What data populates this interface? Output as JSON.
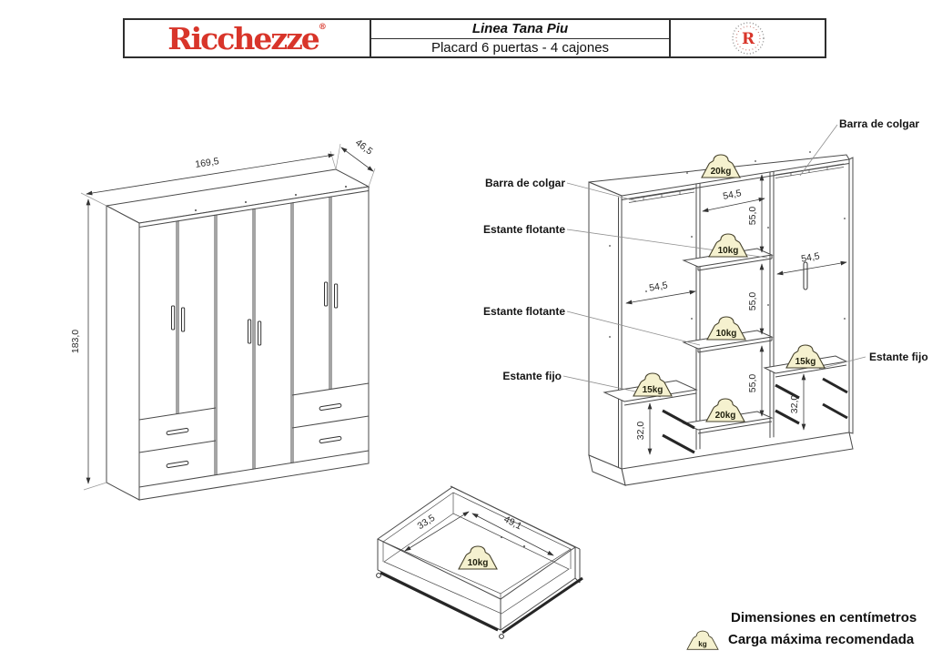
{
  "header": {
    "brand": "Ricchezze",
    "brand_reg": "®",
    "line_name": "Linea Tana Piu",
    "product_name": "Placard 6 puertas - 4 cajones",
    "emblem_letter": "R"
  },
  "front_view": {
    "width_label": "169,5",
    "depth_label": "46,5",
    "height_label": "183,0"
  },
  "internal_view": {
    "labels": {
      "barra_left": "Barra de colgar",
      "barra_right": "Barra de colgar",
      "flotante_1": "Estante flotante",
      "flotante_2": "Estante flotante",
      "fijo_left": "Estante fijo",
      "fijo_right": "Estante fijo"
    },
    "dims": {
      "top_width": "54,5",
      "left_width": "54,5",
      "right_width": "54,5",
      "h1": "55,0",
      "h2": "55,0",
      "h3": "55,0",
      "drawer_left": "32,0",
      "drawer_right": "32,0"
    },
    "loads": {
      "top_bar": "20kg",
      "floating_1": "10kg",
      "floating_2": "10kg",
      "fixed_left": "15kg",
      "fixed_right": "15kg",
      "bottom": "20kg"
    }
  },
  "drawer_view": {
    "depth_label": "33,5",
    "width_label": "49,1",
    "load": "10kg"
  },
  "legend": {
    "dimensions_note": "Dimensiones en centímetros",
    "load_note": "Carga máxima recomendada",
    "unit": "kg"
  },
  "colors": {
    "brand_red": "#d8352a",
    "badge_fill": "#f5f1cf",
    "line": "#4a4a4a"
  }
}
